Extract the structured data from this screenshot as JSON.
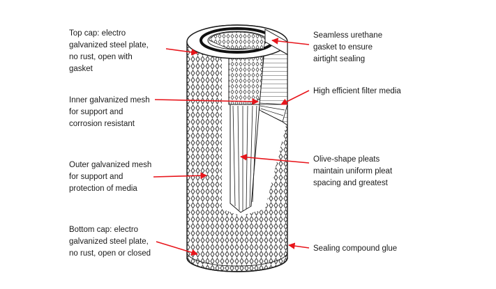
{
  "labels": {
    "top_cap": "Top cap: electro\ngalvanized steel plate,\nno rust, open with\ngasket",
    "inner_mesh": "Inner galvanized mesh\nfor support and\ncorrosion resistant",
    "outer_mesh": "Outer galvanized mesh\nfor support and\nprotection of media",
    "bottom_cap": "Bottom cap: electro\ngalvanized steel plate,\nno rust, open or closed",
    "gasket": "Seamless urethane\ngasket to ensure\nairtight sealing",
    "filter_media": "High efficient filter media",
    "pleats": "Olive-shape pleats\nmaintain uniform pleat\nspacing and greatest",
    "sealing_glue": "Sealing compound glue"
  },
  "colors": {
    "arrow": "#e8151b",
    "line": "#1a1a1a",
    "mesh": "#3a3a3a"
  }
}
